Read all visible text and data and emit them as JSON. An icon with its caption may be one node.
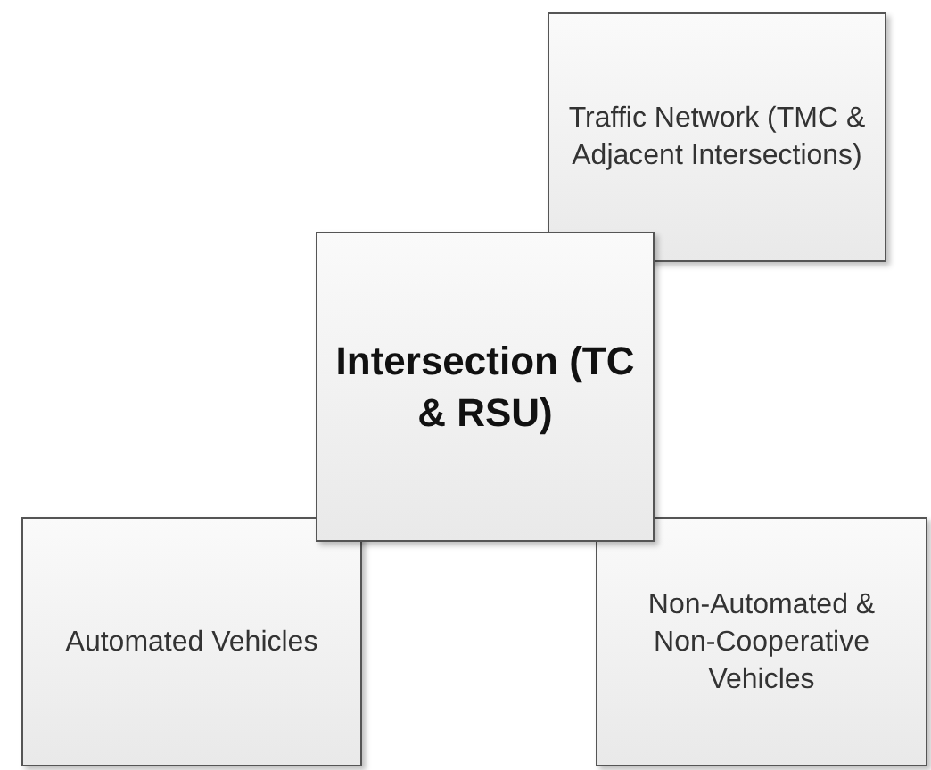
{
  "diagram": {
    "nodes": [
      {
        "text": [
          "Traffic Network (TMC & Adjacent Intersections)"
        ]
      },
      {
        "text": [
          "Intersection (TC & RSU)"
        ]
      },
      {
        "text": [
          "Automated Vehicles"
        ]
      },
      {
        "text": [
          "Non-Automated & Non-Cooperative Vehicles"
        ]
      }
    ]
  }
}
